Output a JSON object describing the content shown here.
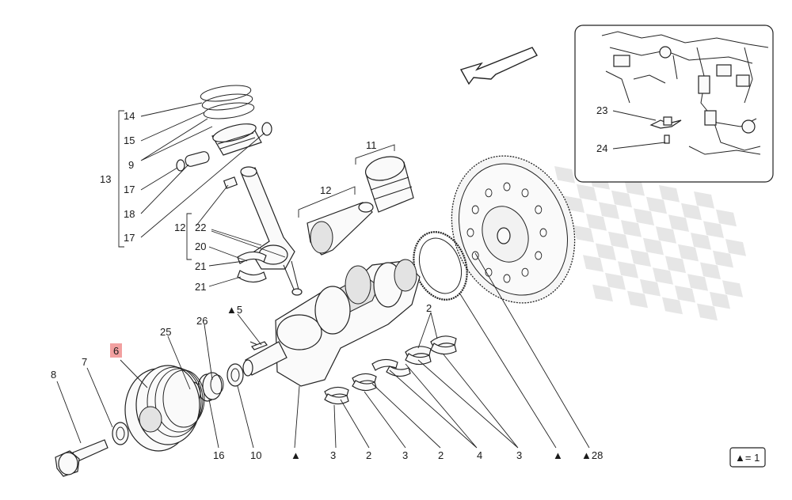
{
  "colors": {
    "highlight": "#f2a0a0",
    "ink": "#222222",
    "checker": "#e6e6e6"
  },
  "legend": {
    "text": "▲= 1"
  },
  "labels": {
    "l14": "14",
    "l15": "15",
    "l9": "9",
    "l13": "13",
    "l17a": "17",
    "l18": "18",
    "l17b": "17",
    "l11": "11",
    "l12a": "12",
    "l12b": "12",
    "l22": "22",
    "l20": "20",
    "l21a": "21",
    "l21b": "21",
    "l5": "▲5",
    "l26": "26",
    "l25": "25",
    "l6": "6",
    "l7": "7",
    "l8": "8",
    "l16": "16",
    "l10": "10",
    "ltri1": "▲",
    "l3a": "3",
    "l2a": "2",
    "l3b": "3",
    "l2b": "2",
    "l4": "4",
    "l3c": "3",
    "ltri2": "▲",
    "l28": "▲28",
    "l2c": "2",
    "l23": "23",
    "l24": "24"
  },
  "icons": [
    "direction-arrow-icon",
    "checkered-flag-watermark-icon"
  ]
}
